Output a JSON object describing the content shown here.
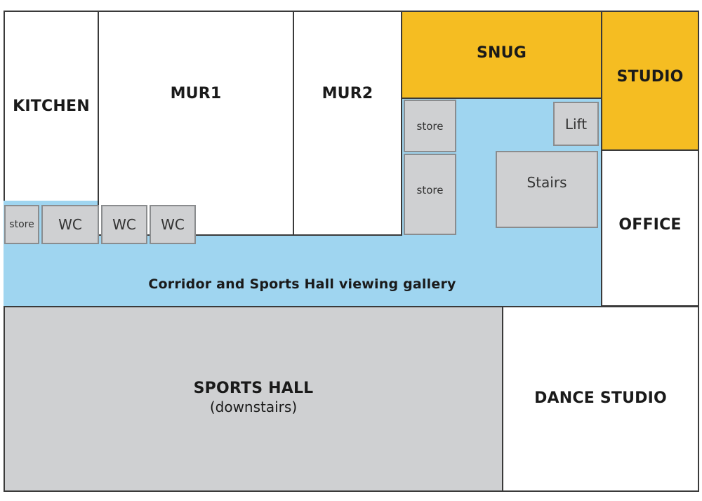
{
  "rooms": {
    "kitchen": "KITCHEN",
    "mur1": "MUR1",
    "mur2": "MUR2",
    "snug": "SNUG",
    "studio": "STUDIO",
    "office": "OFFICE",
    "dance_studio": "DANCE STUDIO",
    "sports_hall": "SPORTS HALL",
    "sports_hall_note": "(downstairs)",
    "corridor": "Corridor and Sports Hall viewing gallery"
  },
  "small_rooms": {
    "store_left": "store",
    "wc1": "WC",
    "wc2": "WC",
    "wc3": "WC",
    "store_upper": "store",
    "store_lower": "store",
    "lift": "Lift",
    "stairs": "Stairs"
  },
  "colors": {
    "corridor": "#9fd5f0",
    "highlight": "#f5bd22",
    "service": "#cfd0d2",
    "room": "#ffffff",
    "wall": "#3a3a3a"
  }
}
